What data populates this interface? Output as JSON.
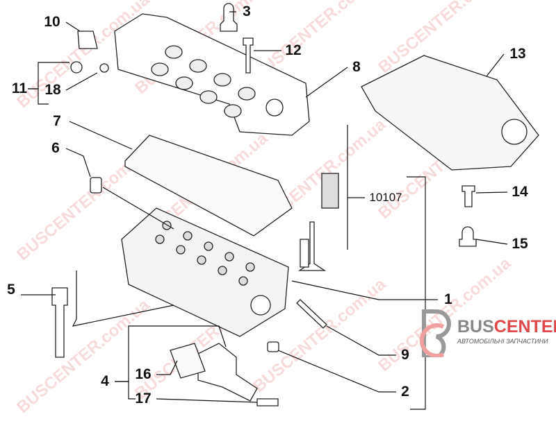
{
  "callouts": [
    {
      "id": "10",
      "label": "10"
    },
    {
      "id": "3",
      "label": "3"
    },
    {
      "id": "12",
      "label": "12"
    },
    {
      "id": "8",
      "label": "8"
    },
    {
      "id": "13",
      "label": "13"
    },
    {
      "id": "11",
      "label": "11"
    },
    {
      "id": "18",
      "label": "18"
    },
    {
      "id": "7",
      "label": "7"
    },
    {
      "id": "6",
      "label": "6"
    },
    {
      "id": "10107",
      "label": "10107"
    },
    {
      "id": "14",
      "label": "14"
    },
    {
      "id": "15",
      "label": "15"
    },
    {
      "id": "5",
      "label": "5"
    },
    {
      "id": "1",
      "label": "1"
    },
    {
      "id": "9",
      "label": "9"
    },
    {
      "id": "4",
      "label": "4"
    },
    {
      "id": "16",
      "label": "16"
    },
    {
      "id": "17",
      "label": "17"
    },
    {
      "id": "2",
      "label": "2"
    }
  ],
  "logo": {
    "brand_part1": "BUS",
    "brand_part2": "CENTER",
    "subtitle": "АВТОМОБІЛЬНІ ЗАПЧАСТИНИ"
  },
  "watermark": "BUSCENTER.com.ua",
  "colors": {
    "brand_red": "#e0484a",
    "brand_gray": "#888888",
    "line": "#111111"
  }
}
